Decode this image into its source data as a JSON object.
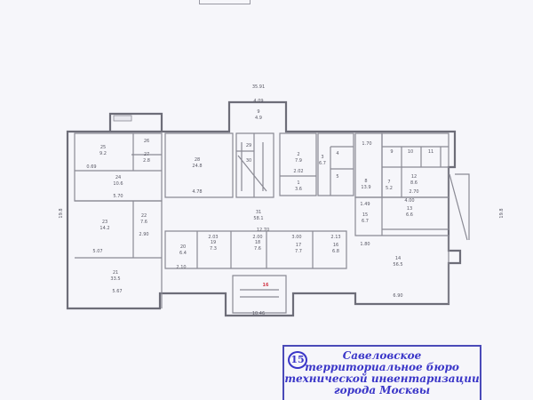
{
  "title_marks": {
    "overall_length": "35.91",
    "stair_width": "4.09",
    "bottom_width": "10.46",
    "left_depth": "19.8",
    "right_depth": "19.8",
    "entrance_number": "16"
  },
  "rooms": [
    {
      "n": "9",
      "a": "4.9"
    },
    {
      "n": "25",
      "a": "9.2",
      "d": "0.69"
    },
    {
      "n": "26",
      "a": ""
    },
    {
      "n": "27",
      "a": "2.8"
    },
    {
      "n": "28",
      "a": "24.8",
      "d": "4.78"
    },
    {
      "n": "24",
      "a": "10.6",
      "d": "5.70"
    },
    {
      "n": "29",
      "a": ""
    },
    {
      "n": "30",
      "a": ""
    },
    {
      "n": "2",
      "a": "7.9",
      "d": "2.02"
    },
    {
      "n": "1",
      "a": "3.6"
    },
    {
      "n": "3",
      "a": "6.7"
    },
    {
      "n": "4",
      "a": ""
    },
    {
      "n": "5",
      "a": ""
    },
    {
      "n": "8",
      "a": "13.9",
      "d": "1.70"
    },
    {
      "n": "7",
      "a": "5.2"
    },
    {
      "n": "12",
      "a": "8.6",
      "d": "2.70"
    },
    {
      "n": "9",
      "a": ""
    },
    {
      "n": "10",
      "a": ""
    },
    {
      "n": "11",
      "a": ""
    },
    {
      "n": "23",
      "a": "14.2",
      "d": "5.07"
    },
    {
      "n": "22",
      "a": "7.6",
      "d": "2.90"
    },
    {
      "n": "21",
      "a": "33.5",
      "d": "5.67"
    },
    {
      "n": "20",
      "a": "6.4",
      "d": "2.10"
    },
    {
      "n": "19",
      "a": "7.3",
      "d": "2.03"
    },
    {
      "n": "18",
      "a": "7.6",
      "d": "2.00"
    },
    {
      "n": "17",
      "a": "7.7",
      "d": "3.00"
    },
    {
      "n": "16",
      "a": "6.8",
      "d": "2.13"
    },
    {
      "n": "31",
      "a": "58.1",
      "d": "12.70"
    },
    {
      "n": "14",
      "a": "56.5",
      "d": "6.90"
    },
    {
      "n": "15",
      "a": "6.7",
      "d": "1.49"
    },
    {
      "n": "13",
      "a": "6.6",
      "d": "4.00"
    },
    {
      "n": "",
      "a": "",
      "d": "1.80"
    }
  ],
  "stamp": {
    "number": "15",
    "line1": "Савеловское",
    "line2": "территориальное бюро",
    "line3": "технической инвентаризации",
    "line4": "города Москвы"
  },
  "colors": {
    "wall": "#6d6d78",
    "stamp": "#3a36c8",
    "entrance": "#d23a4a"
  }
}
